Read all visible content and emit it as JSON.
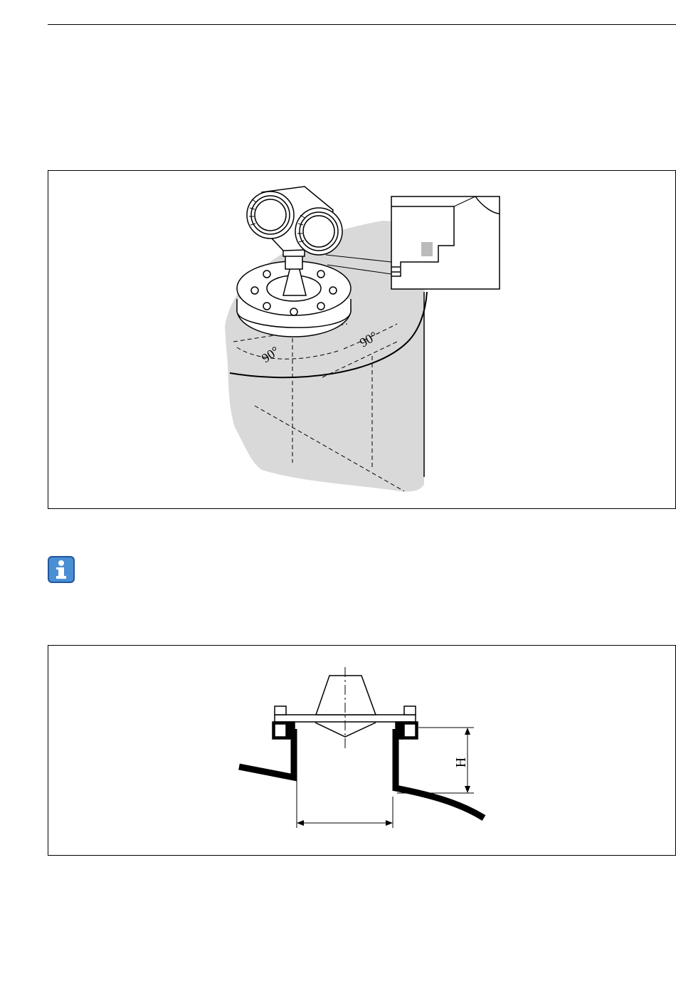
{
  "figure1": {
    "angle_label_left": "90°",
    "angle_label_right": "90°"
  },
  "figure2": {
    "dimension_label": "H"
  },
  "note": {
    "icon": "info-icon"
  },
  "colors": {
    "tank_fill": "#d9d9d9",
    "info_icon_blue": "#4a8fd4",
    "line": "#000000"
  }
}
